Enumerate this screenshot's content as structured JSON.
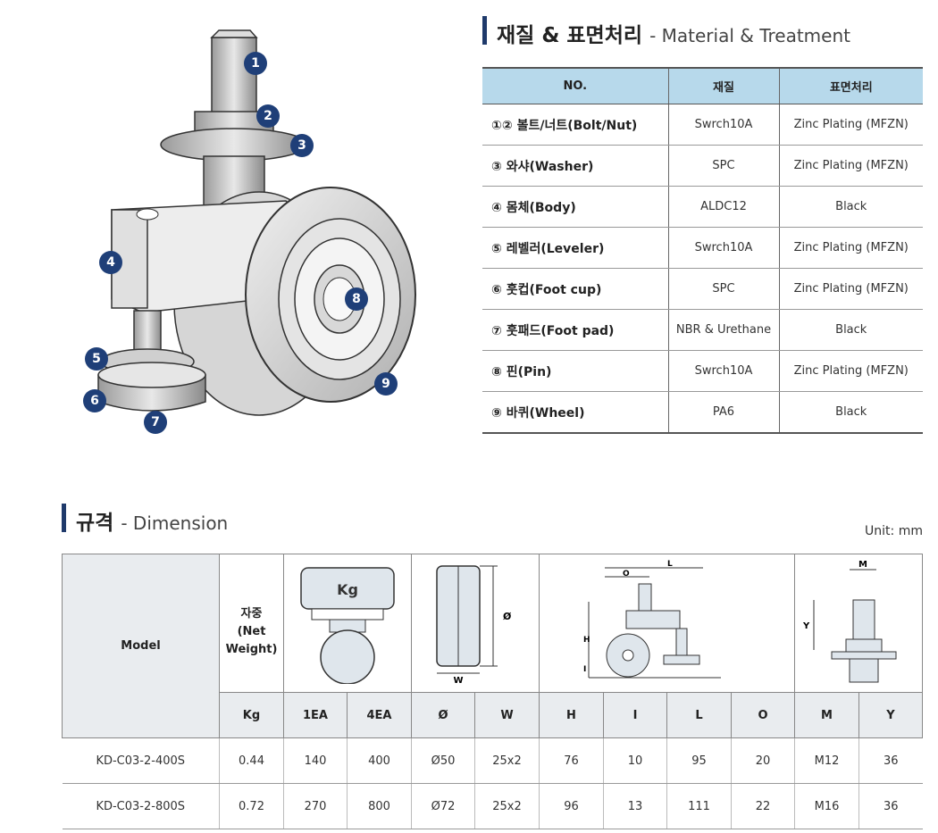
{
  "material_section": {
    "title": "재질 & 표면처리",
    "subtitle": "- Material & Treatment",
    "headers": [
      "NO.",
      "재질",
      "표면처리"
    ],
    "rows": [
      {
        "name": "①② 볼트/너트(Bolt/Nut)",
        "material": "Swrch10A",
        "treatment": "Zinc Plating (MFZN)"
      },
      {
        "name": "③ 와샤(Washer)",
        "material": "SPC",
        "treatment": "Zinc Plating (MFZN)"
      },
      {
        "name": "④ 몸체(Body)",
        "material": "ALDC12",
        "treatment": "Black"
      },
      {
        "name": "⑤ 레벨러(Leveler)",
        "material": "Swrch10A",
        "treatment": "Zinc Plating (MFZN)"
      },
      {
        "name": "⑥ 훗컵(Foot cup)",
        "material": "SPC",
        "treatment": "Zinc Plating (MFZN)"
      },
      {
        "name": "⑦ 훗패드(Foot pad)",
        "material": "NBR & Urethane",
        "treatment": "Black"
      },
      {
        "name": "⑧ 핀(Pin)",
        "material": "Swrch10A",
        "treatment": "Zinc Plating (MFZN)"
      },
      {
        "name": "⑨ 바퀴(Wheel)",
        "material": "PA6",
        "treatment": "Black"
      }
    ]
  },
  "badges": [
    "1",
    "2",
    "3",
    "4",
    "5",
    "6",
    "7",
    "8",
    "9"
  ],
  "dimension_section": {
    "title": "규격",
    "subtitle": "- Dimension",
    "unit": "Unit: mm",
    "model_header": "Model",
    "weight_header": "자중\n(Net\nWeight)",
    "kg_label": "Kg",
    "sub_headers": [
      "Kg",
      "1EA",
      "4EA",
      "Ø",
      "W",
      "H",
      "I",
      "L",
      "O",
      "M",
      "Y"
    ],
    "diagram_labels": {
      "w": "W",
      "phi": "Ø",
      "l": "L",
      "o": "O",
      "h": "H",
      "i": "I",
      "m": "M",
      "y": "Y"
    },
    "rows": [
      [
        "KD-C03-2-400S",
        "0.44",
        "140",
        "400",
        "Ø50",
        "25x2",
        "76",
        "10",
        "95",
        "20",
        "M12",
        "36"
      ],
      [
        "KD-C03-2-800S",
        "0.72",
        "270",
        "800",
        "Ø72",
        "25x2",
        "96",
        "13",
        "111",
        "22",
        "M16",
        "36"
      ]
    ]
  },
  "colors": {
    "accent": "#1f3a6b",
    "header_bg": "#b7d9eb",
    "badge": "#1f3f78"
  }
}
